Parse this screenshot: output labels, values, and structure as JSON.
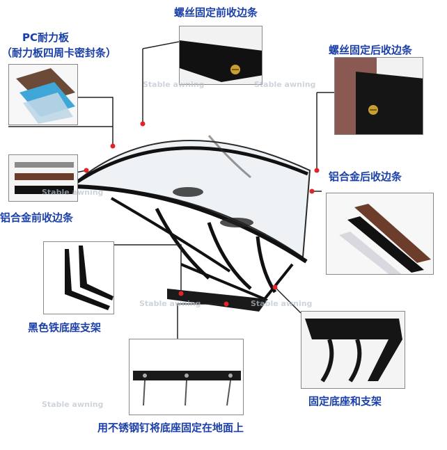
{
  "labels": {
    "pc_board": "PC耐力板",
    "pc_board_sub": "（耐力板四周卡密封条）",
    "screw_front": "螺丝固定前收边条",
    "screw_back": "螺丝固定后收边条",
    "al_back": "铝合金后收边条",
    "al_front": "铝合金前收边条",
    "iron_bracket": "黑色铁底座支架",
    "fixed_base": "固定底座和支架",
    "nails": "用不锈钢钉将底座固定在地面上"
  },
  "watermark": "Stable awning",
  "colors": {
    "label": "#1a3fa8",
    "leader": "#222222",
    "dot": "#e0242a"
  }
}
